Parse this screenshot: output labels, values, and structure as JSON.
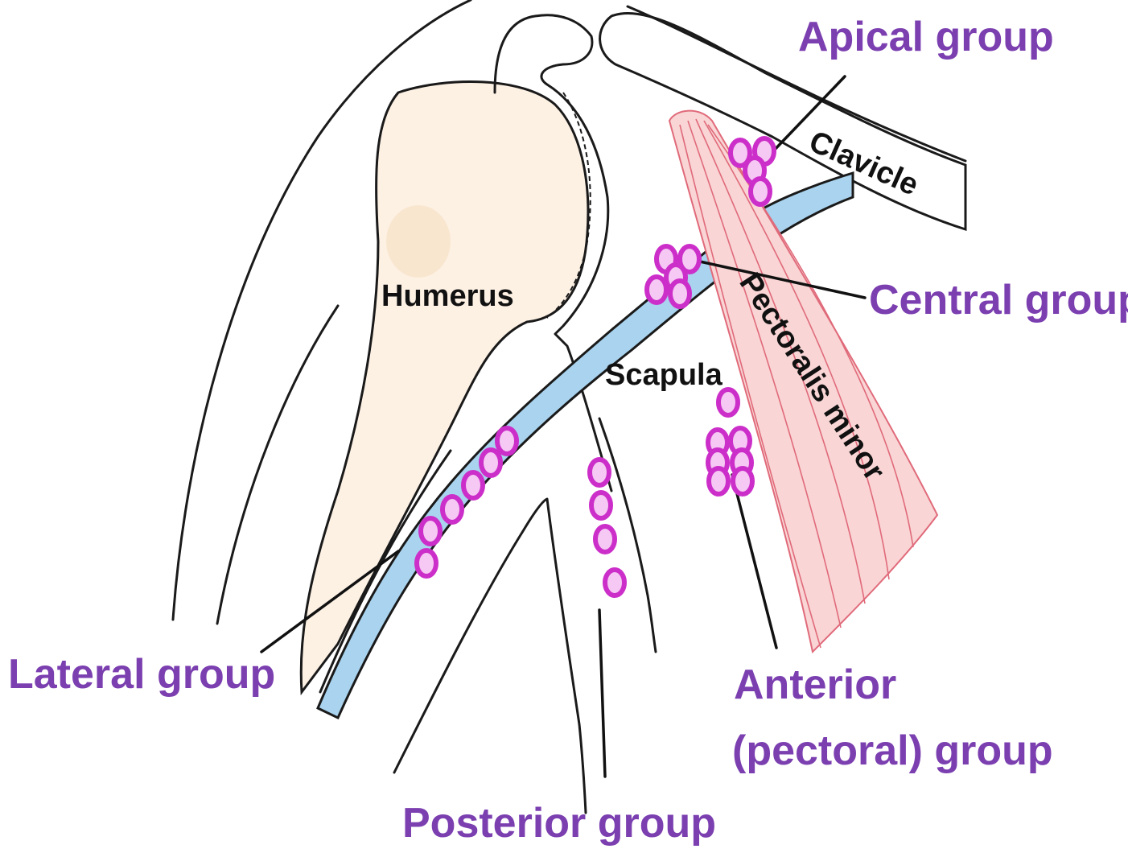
{
  "labels": {
    "apical": "Apical group",
    "clavicle": "Clavicle",
    "central": "Central group",
    "humerus": "Humerus",
    "scapula": "Scapula",
    "pectoralis_minor": "Pectoralis minor",
    "lateral": "Lateral group",
    "anterior_line1": "Anterior",
    "anterior_line2": "(pectoral) group",
    "posterior": "Posterior group"
  },
  "colors": {
    "label_purple": "#7b3fb0",
    "node_fill": "#f6c8f4",
    "node_stroke": "#cc2fc9",
    "vessel_fill": "#a9d3ee",
    "vessel_stroke": "#1a1a1a",
    "muscle_fill": "#f9d5d5",
    "muscle_stroke": "#e06a7a",
    "humerus_fill": "#fdf1e4"
  }
}
